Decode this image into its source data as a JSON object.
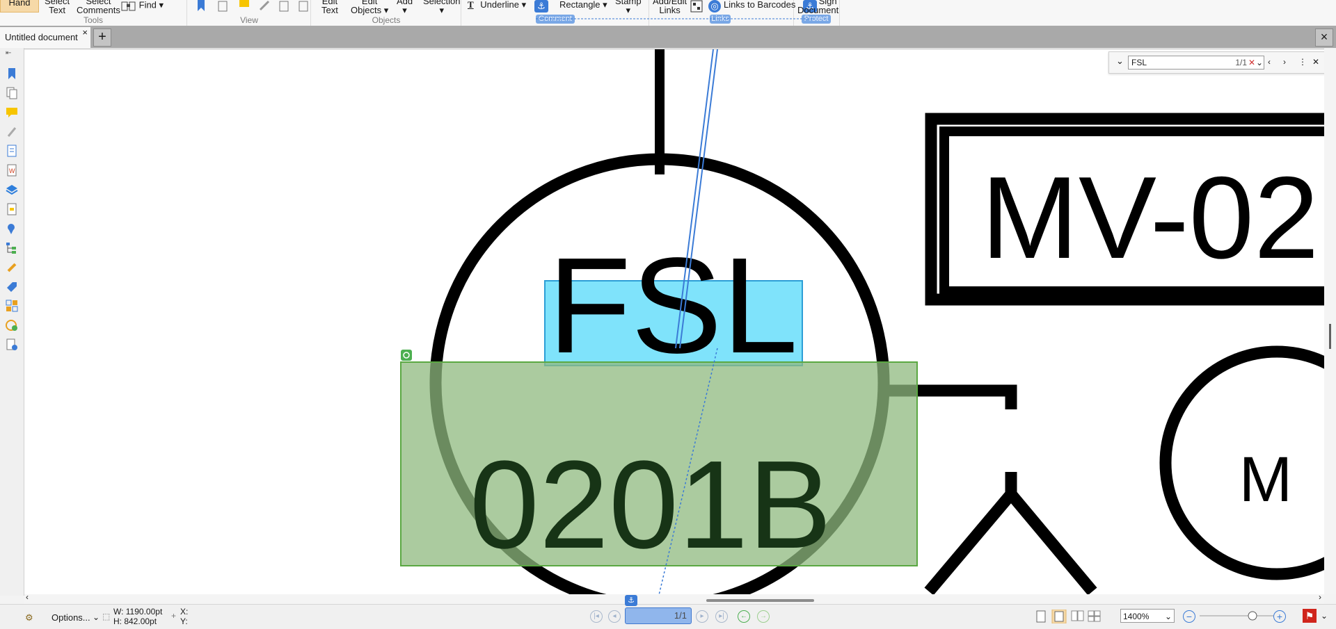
{
  "ribbon": {
    "hand_label": "Hand",
    "select_text": [
      "Select",
      "Text"
    ],
    "select_comments": [
      "Select",
      "Comments"
    ],
    "find_label": "Find",
    "tools_group": "Tools",
    "view_group": "View",
    "edit_text": [
      "Edit",
      "Text"
    ],
    "edit_objects": [
      "Edit",
      "Objects"
    ],
    "add_label": "Add",
    "selection_label": "Selection",
    "objects_group": "Objects",
    "underline_label": "Underline",
    "rectangle_label": "Rectangle",
    "stamp_label": "Stamp",
    "add_edit_links": [
      "Add/Edit",
      "Links"
    ],
    "links_to_barcodes": "Links to Barcodes",
    "sign_document": [
      "Sign",
      "Document"
    ],
    "comment_pill": "Comment",
    "links_pill": "Links",
    "protect_pill": "Protect"
  },
  "tabs": {
    "document_tab": "Untitled document",
    "close_glyph": "×",
    "new_tab_glyph": "+",
    "close_all_glyph": "×"
  },
  "findbar": {
    "query": "FSL",
    "result": "1/1"
  },
  "drawing": {
    "label_fsl": "FSL",
    "label_0201b": "0201B",
    "label_mv": "MV-02",
    "label_m": "M"
  },
  "status": {
    "options_label": "Options...",
    "width": "W: 1190.00pt",
    "height": "H: 842.00pt",
    "x_label": "X:",
    "y_label": "Y:",
    "page_indicator": "1/1",
    "zoom": "1400%"
  },
  "colors": {
    "highlight_cyan": "#7fe3fb",
    "highlight_green": "#8fba7f",
    "accent_blue": "#3b7bd6",
    "tab_bar": "#a9a9a9"
  }
}
